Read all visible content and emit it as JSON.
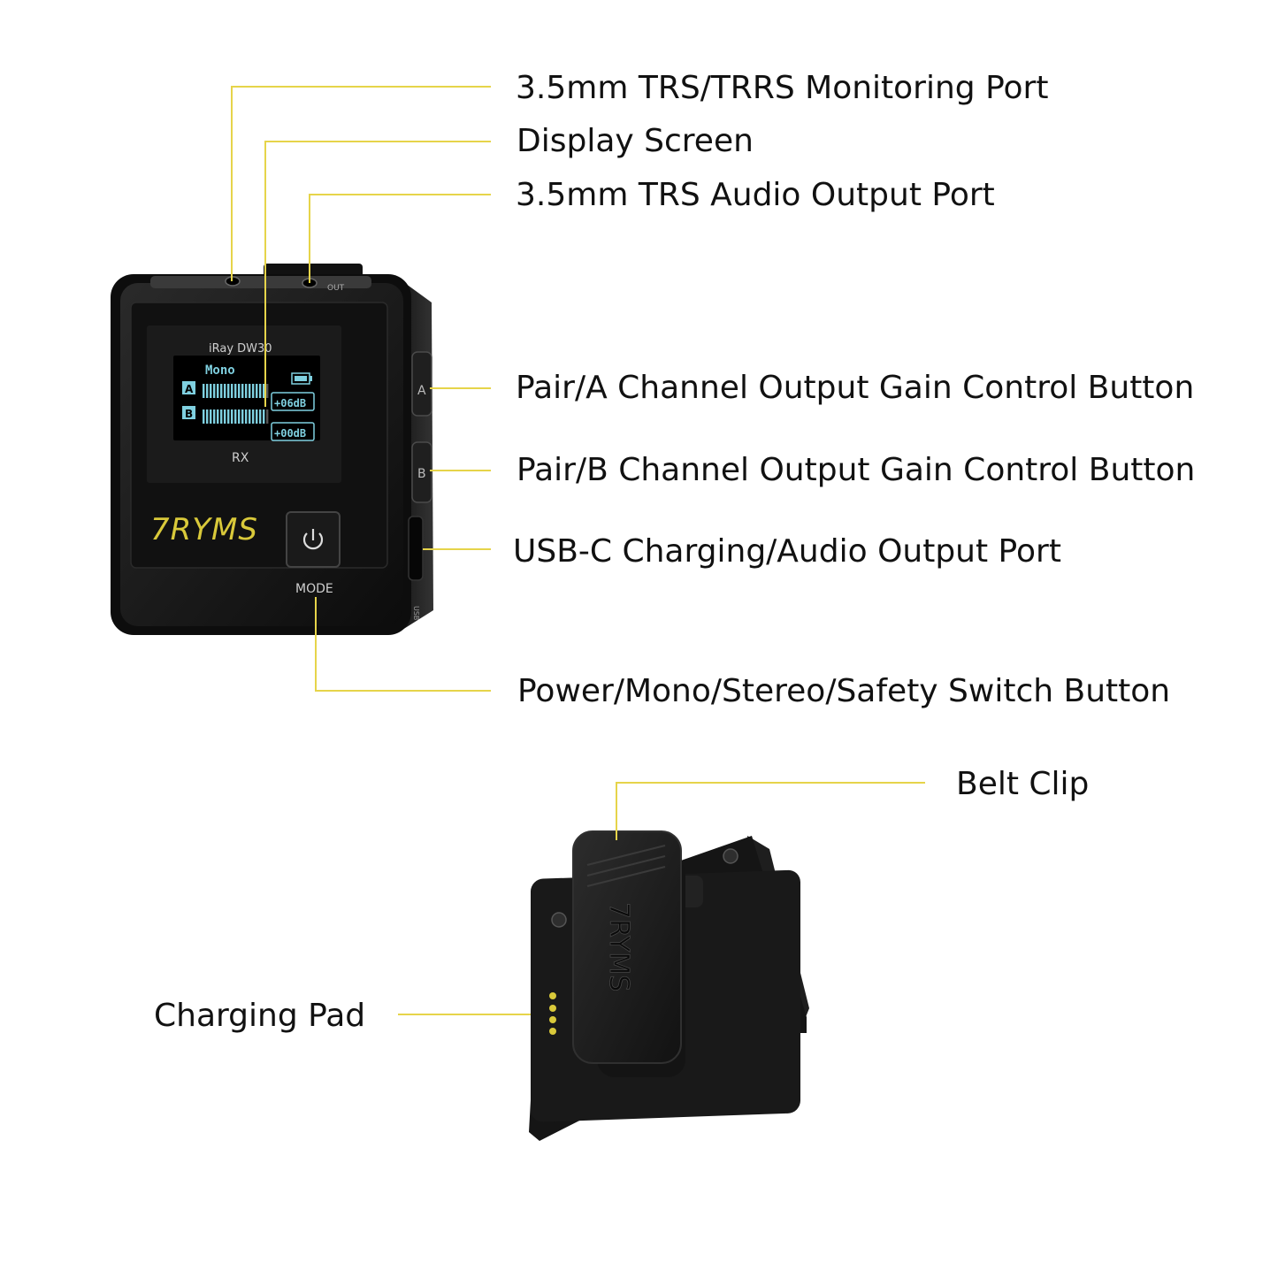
{
  "labels": {
    "monitor_port": "3.5mm TRS/TRRS Monitoring Port",
    "display": "Display Screen",
    "audio_out": "3.5mm TRS Audio Output Port",
    "pair_a": "Pair/A Channel Output Gain Control Button",
    "pair_b": "Pair/B Channel Output Gain Control Button",
    "usbc": "USB-C Charging/Audio Output Port",
    "power": "Power/Mono/Stereo/Safety Switch Button",
    "belt_clip": "Belt Clip",
    "charging_pad": "Charging Pad"
  },
  "device": {
    "model": "iRay DW30",
    "mode": "Mono",
    "channel_a": "A",
    "channel_b": "B",
    "gain_a": "+06dB",
    "gain_b": "+00dB",
    "rx": "RX",
    "brand": "7RYMS",
    "mode_label": "MODE",
    "port_out": "OUT",
    "usb_label": "USB",
    "btn_a": "A",
    "btn_b": "B"
  },
  "colors": {
    "leader_line": "#e6d44a",
    "device_body": "#141414",
    "screen_text": "#7fd0e0",
    "brand": "#d9c93a"
  }
}
